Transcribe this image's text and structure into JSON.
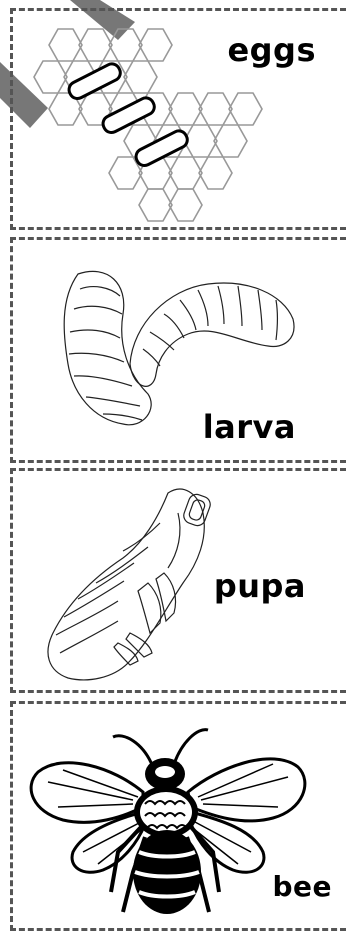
{
  "stages": [
    {
      "label": "eggs"
    },
    {
      "label": "larva"
    },
    {
      "label": "pupa"
    },
    {
      "label": "bee"
    }
  ],
  "colors": {
    "border": "#555555",
    "line": "#999999",
    "ribbon": "#777777",
    "ink": "#000000"
  }
}
